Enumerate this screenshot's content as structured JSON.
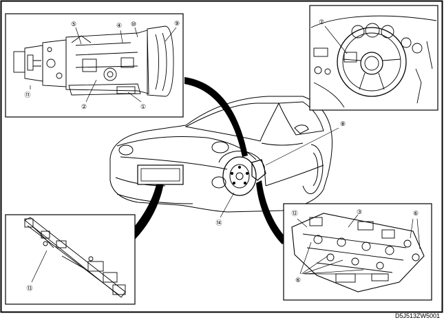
{
  "diagram": {
    "figure_code": "D5J513ZW5001",
    "callouts": [
      {
        "id": "c1",
        "label": "1",
        "glyph": "①"
      },
      {
        "id": "c2",
        "label": "2",
        "glyph": "②"
      },
      {
        "id": "c3",
        "label": "3",
        "glyph": "③"
      },
      {
        "id": "c4",
        "label": "4",
        "glyph": "④"
      },
      {
        "id": "c5",
        "label": "5",
        "glyph": "⑤"
      },
      {
        "id": "c6a",
        "label": "6",
        "glyph": "⑥"
      },
      {
        "id": "c6b",
        "label": "6",
        "glyph": "⑥"
      },
      {
        "id": "c7",
        "label": "7",
        "glyph": "⑦"
      },
      {
        "id": "c8",
        "label": "8",
        "glyph": "⑧"
      },
      {
        "id": "c9",
        "label": "9",
        "glyph": "⑨"
      },
      {
        "id": "c10",
        "label": "10",
        "glyph": "⑩"
      },
      {
        "id": "c11",
        "label": "11",
        "glyph": "⑪"
      },
      {
        "id": "c12",
        "label": "12",
        "glyph": "⑫"
      },
      {
        "id": "c13",
        "label": "13",
        "glyph": "⑬"
      },
      {
        "id": "c14",
        "label": "14",
        "glyph": "⑭"
      }
    ]
  }
}
